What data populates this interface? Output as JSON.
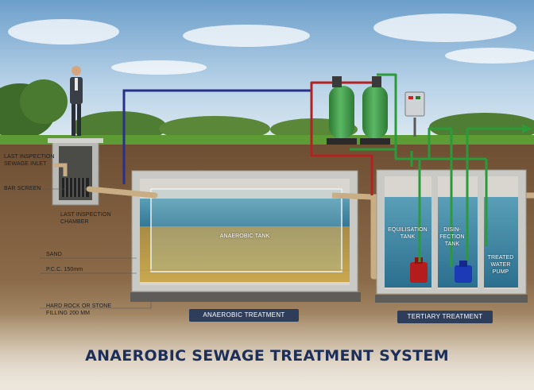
{
  "labels": {
    "last_inspection_inlet": "LAST INSPECTION SEWAGE INLET",
    "bar_screen": "BAR SCREEN",
    "last_inspection_chamber": "LAST INSPECTION CHAMBER",
    "sand": "SAND",
    "pcc": "P.C.C. 150mm",
    "hard_rock": "HARD ROCK OR STONE FILLING 200 MM",
    "anaerobic_tank": "ANAEROBIC TANK",
    "equalisation_tank": "EQUILISATION TANK",
    "disinfection_tank": "DISIN-FECTION TANK",
    "treated_water_pump": "TREATED WATER PUMP"
  },
  "banners": {
    "anaerobic_treatment": "ANAEROBIC TREATMENT",
    "tertiary_treatment": "TERTIARY TREATMENT"
  },
  "title": "ANAEROBIC SEWAGE TREATMENT SYSTEM",
  "colors": {
    "soil": "#7a5a3c",
    "pipe_inlet": "#c9ad84",
    "pipe_blue": "#2a2f8a",
    "pipe_red": "#b22222",
    "pipe_green": "#2c9a3a",
    "filter_vessel": "#3f9a48",
    "banner_bg": "#2e3e5a",
    "title_text": "#1c2f5a"
  }
}
